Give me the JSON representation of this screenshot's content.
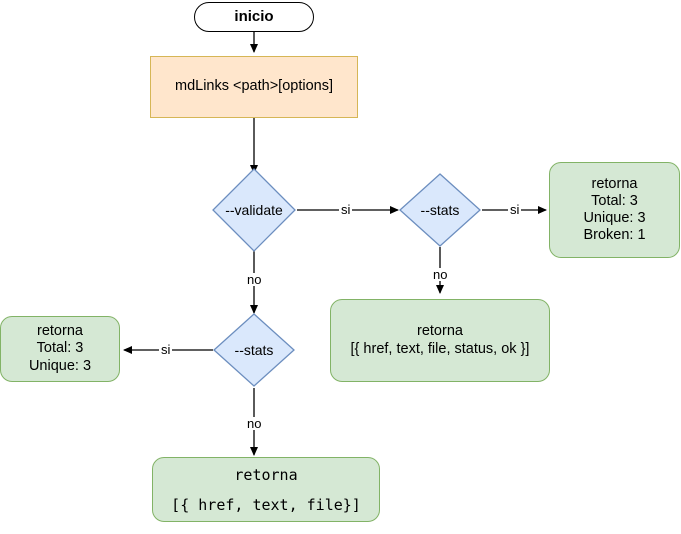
{
  "diagram": {
    "title": "mdLinks flowchart",
    "background": "#ffffff",
    "colors": {
      "terminal_fill": "#ffffff",
      "terminal_stroke": "#000000",
      "process_fill": "#ffe6cc",
      "process_stroke": "#d6b656",
      "decision_fill": "#dae8fc",
      "decision_stroke": "#6c8ebf",
      "result_fill": "#d5e8d4",
      "result_stroke": "#82b366",
      "edge_stroke": "#000000"
    },
    "nodes": {
      "start": {
        "label": "inicio"
      },
      "command": {
        "label": "mdLinks <path>[options]"
      },
      "validate": {
        "label": "--validate"
      },
      "stats_top": {
        "label": "--stats"
      },
      "stats_bottom": {
        "label": "--stats"
      },
      "result_full_stats": {
        "lines": [
          "retorna",
          "Total: 3",
          "Unique: 3",
          "Broken: 1"
        ]
      },
      "result_validate_list": {
        "lines": [
          "retorna",
          "[{ href, text, file, status, ok }]"
        ]
      },
      "result_basic_stats": {
        "lines": [
          "retorna",
          "Total: 3",
          "Unique: 3"
        ]
      },
      "result_basic_list": {
        "lines": [
          "retorna",
          "[{ href, text, file}]"
        ]
      }
    },
    "edges": [
      {
        "from": "start",
        "to": "command",
        "label": ""
      },
      {
        "from": "command",
        "to": "validate",
        "label": ""
      },
      {
        "from": "validate",
        "to": "stats_top",
        "label": "si"
      },
      {
        "from": "validate",
        "to": "stats_bottom",
        "label": "no"
      },
      {
        "from": "stats_top",
        "to": "result_full_stats",
        "label": "si"
      },
      {
        "from": "stats_top",
        "to": "result_validate_list",
        "label": "no"
      },
      {
        "from": "stats_bottom",
        "to": "result_basic_stats",
        "label": "si"
      },
      {
        "from": "stats_bottom",
        "to": "result_basic_list",
        "label": "no"
      }
    ]
  }
}
